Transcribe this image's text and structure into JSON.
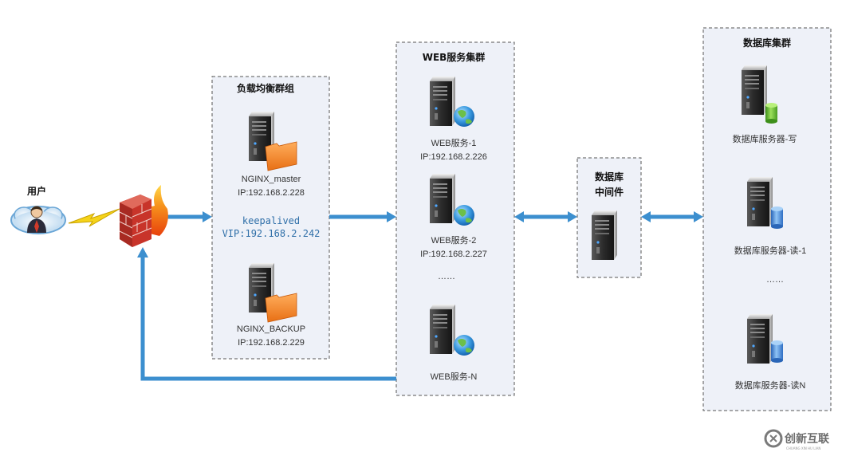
{
  "user": {
    "label": "用户"
  },
  "load_balancer": {
    "title": "负载均衡群组",
    "master": {
      "name": "NGINX_master",
      "ip": "IP:192.168.2.228"
    },
    "keepalived": "keepalived",
    "vip": "VIP:192.168.2.242",
    "backup": {
      "name": "NGINX_BACKUP",
      "ip": "IP:192.168.2.229"
    }
  },
  "web_cluster": {
    "title": "WEB服务集群",
    "servers": [
      {
        "name": "WEB服务-1",
        "ip": "IP:192.168.2.226"
      },
      {
        "name": "WEB服务-2",
        "ip": "IP:192.168.2.227"
      },
      {
        "name": "WEB服务-N"
      }
    ],
    "ellipsis": "……"
  },
  "middleware": {
    "line1": "数据库",
    "line2": "中间件"
  },
  "db_cluster": {
    "title": "数据库集群",
    "servers": [
      {
        "name": "数据库服务器-写",
        "cylinder": "green"
      },
      {
        "name": "数据库服务器-读-1",
        "cylinder": "blue"
      },
      {
        "name": "数据库服务器-读N",
        "cylinder": "blue"
      }
    ],
    "ellipsis": "……"
  },
  "watermark": {
    "text": "创新互联",
    "sub": "CHUANG XIN HU LIAN"
  },
  "colors": {
    "arrow": "#3c8fcf",
    "group_fill": "#eef1f8",
    "group_border": "#555555",
    "folder": "#f07f24",
    "db_green": "#6fc13d",
    "db_blue": "#4a8fd8"
  },
  "icons": [
    "user-cloud-icon",
    "lightning-icon",
    "firewall-icon",
    "server-icon",
    "folder-icon",
    "globe-icon",
    "database-icon",
    "watermark-logo-icon"
  ]
}
